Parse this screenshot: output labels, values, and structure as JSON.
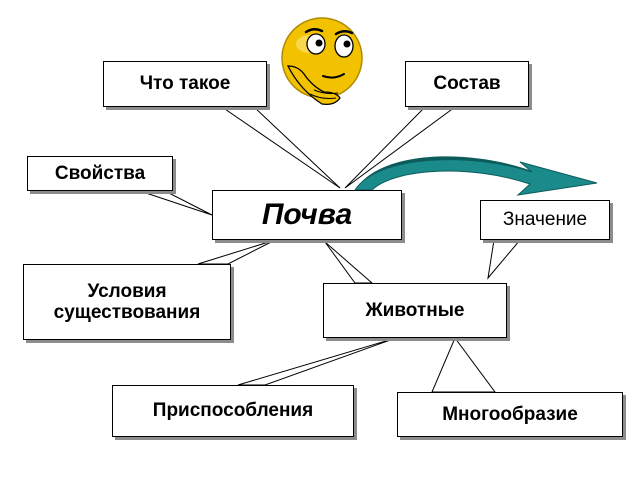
{
  "diagram": {
    "center": "Почва",
    "nodes": {
      "what_is": "Что такое",
      "composition": "Состав",
      "properties": "Свойства",
      "significance": "Значение",
      "conditions_line1": "Условия",
      "conditions_line2": "существования",
      "animals": "Животные",
      "adaptations": "Приспособления",
      "diversity": "Многообразие"
    }
  },
  "colors": {
    "arrow": "#1a8a8a",
    "arrow_dark": "#0d5c5c",
    "smiley": "#f2c200",
    "callout_border": "#000000",
    "shadow": "#8c8c8c"
  },
  "icons": [
    "thinking-smiley-icon",
    "curved-arrow-icon"
  ]
}
